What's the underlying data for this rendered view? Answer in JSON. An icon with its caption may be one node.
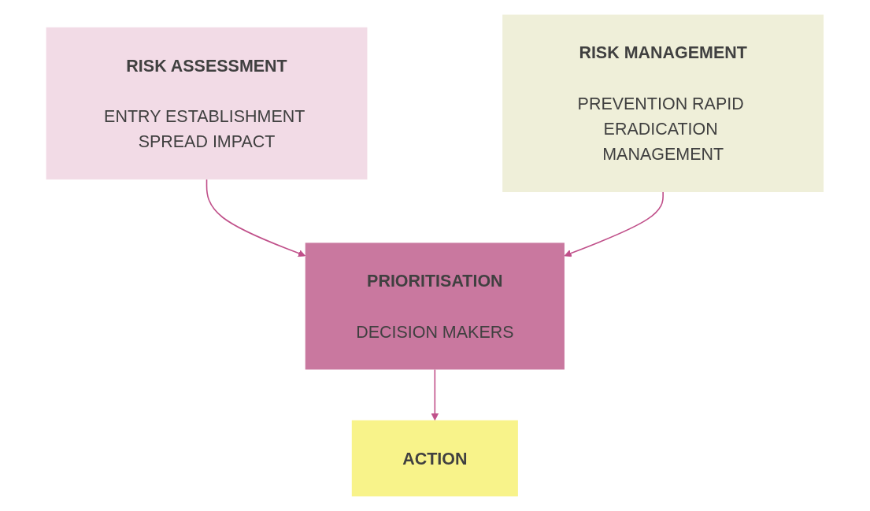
{
  "diagram": {
    "nodes": [
      {
        "text": [
          "RISK ASSESSMENT",
          "ENTRY ESTABLISHMENT SPREAD IMPACT"
        ]
      },
      {
        "text": [
          "RISK MANAGEMENT",
          "PREVENTION RAPID ERADICATION MANAGEMENT"
        ]
      },
      {
        "text": [
          "PRIORITISATION",
          "DECISION MAKERS"
        ]
      },
      {
        "text": [
          "ACTION"
        ]
      }
    ],
    "edges": [
      {
        "from": 0,
        "to": 2,
        "arrow": "to"
      },
      {
        "from": 1,
        "to": 2,
        "arrow": "to"
      },
      {
        "from": 2,
        "to": 3,
        "arrow": "to"
      }
    ]
  }
}
